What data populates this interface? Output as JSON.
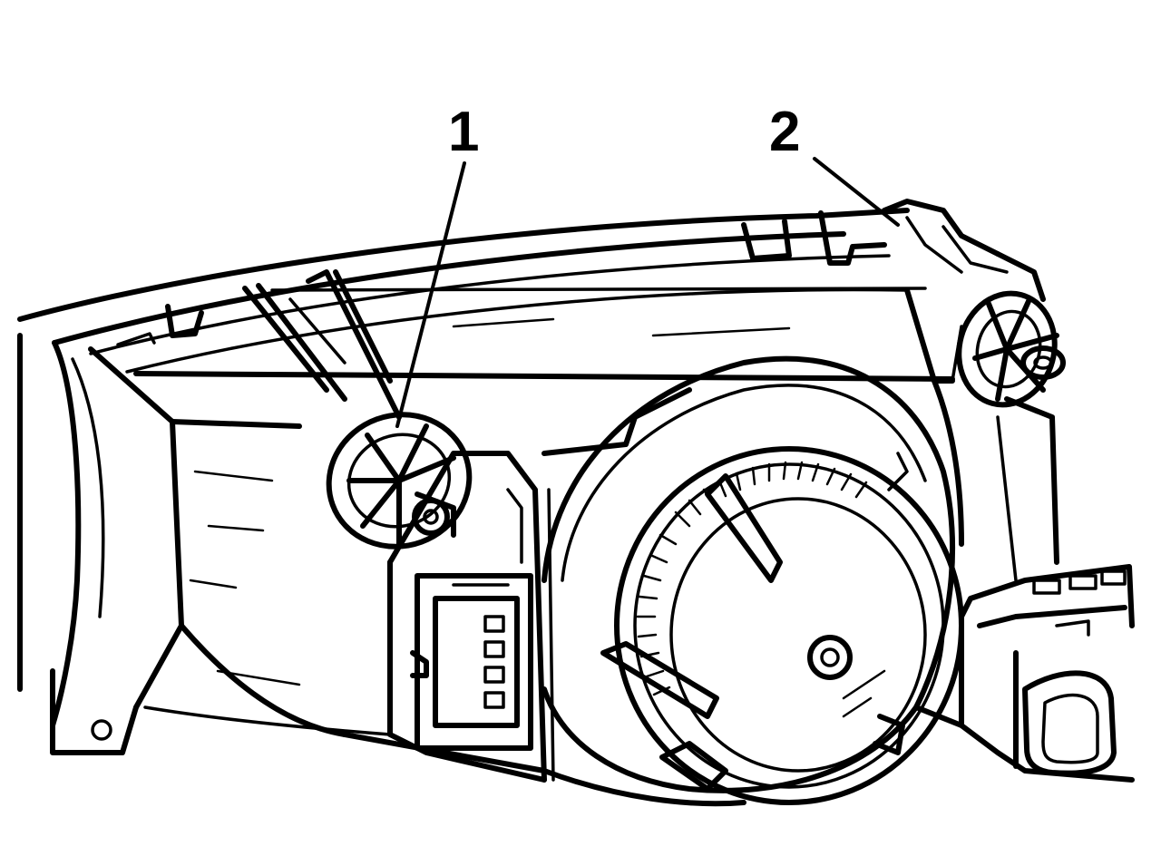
{
  "callouts": [
    {
      "label": "1",
      "refers_to": "adjuster-knob-1"
    },
    {
      "label": "2",
      "refers_to": "adjuster-knob-2"
    }
  ],
  "colors": {
    "ink": "#000000",
    "paper": "#ffffff"
  }
}
